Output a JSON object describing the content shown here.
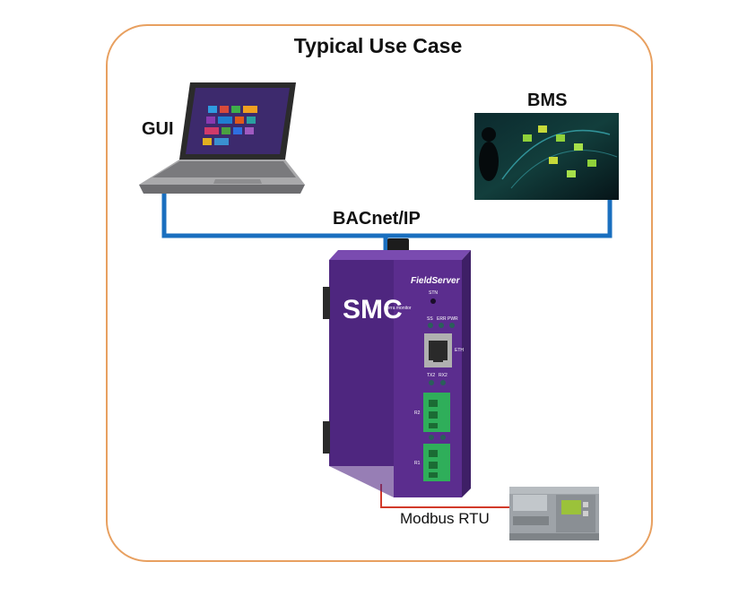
{
  "diagram": {
    "title": "Typical Use Case",
    "nodes": {
      "gui": "GUI",
      "bms": "BMS"
    },
    "links": {
      "network": "BACnet/IP",
      "serial": "Modbus RTU"
    },
    "device": {
      "product": "FieldServer",
      "brand": "SMC",
      "brand_sub": "sierra monitor",
      "button_label": "STN",
      "leds_top": [
        "SS",
        "ERR",
        "PWR"
      ],
      "port_label": "ETH",
      "leds_serial": [
        "TX2",
        "RX2"
      ],
      "terminal_labels": [
        "R2",
        "R1"
      ]
    },
    "colors": {
      "frame": "#e8a060",
      "bacnet_line": "#1a6fbf",
      "modbus_line": "#d23a2a",
      "device_body": "#5b2d8e",
      "terminal": "#2fae5a"
    }
  }
}
